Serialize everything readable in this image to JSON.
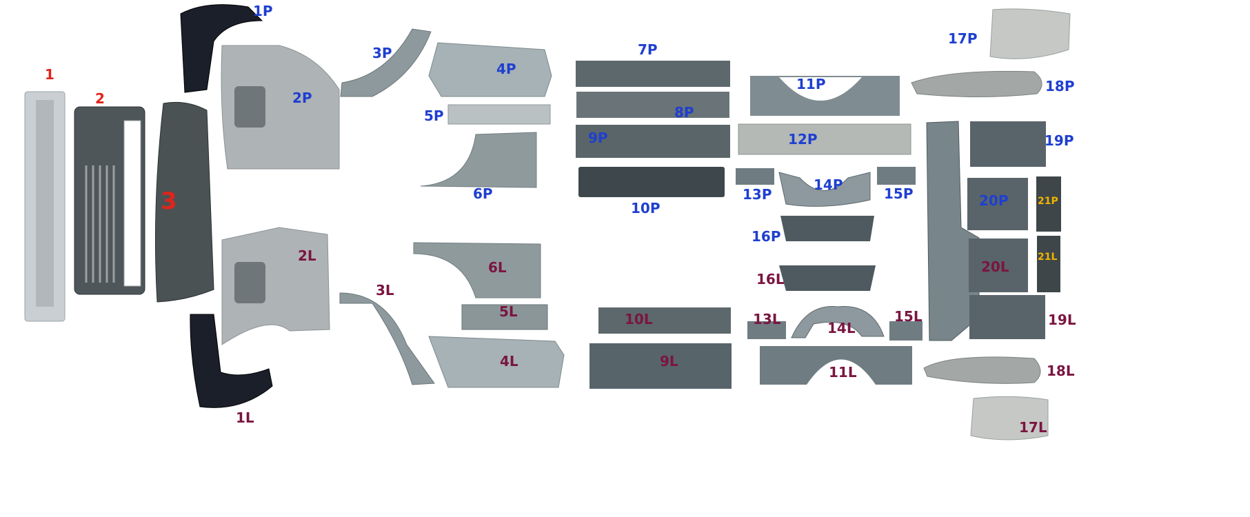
{
  "colors": {
    "right_label": "#1e3fd0",
    "left_label": "#7a1540",
    "center_label": "#e0241b",
    "small_label": "#f0b400",
    "panel_grey": "#a9b4b7",
    "panel_dark": "#5e686d",
    "liner_black": "#1b1f2a"
  },
  "labels": {
    "l1": "1",
    "l2": "2",
    "l3": "3",
    "p1P": "1P",
    "p1L": "1L",
    "p2P": "2P",
    "p2L": "2L",
    "p3P": "3P",
    "p3L": "3L",
    "p4P": "4P",
    "p4L": "4L",
    "p5P": "5P",
    "p5L": "5L",
    "p6P": "6P",
    "p6L": "6L",
    "p7P": "7P",
    "p8P": "8P",
    "p9P": "9P",
    "p9L": "9L",
    "p10P": "10P",
    "p10L": "10L",
    "p11P": "11P",
    "p11L": "11L",
    "p12P": "12P",
    "p13P": "13P",
    "p13L": "13L",
    "p14P": "14P",
    "p14L": "14L",
    "p15P": "15P",
    "p15L": "15L",
    "p16P": "16P",
    "p16L": "16L",
    "p17P": "17P",
    "p17L": "17L",
    "p18P": "18P",
    "p18L": "18L",
    "p19P": "19P",
    "p19L": "19L",
    "p20P": "20P",
    "p20L": "20L",
    "p21P": "21P",
    "p21L": "21L"
  }
}
